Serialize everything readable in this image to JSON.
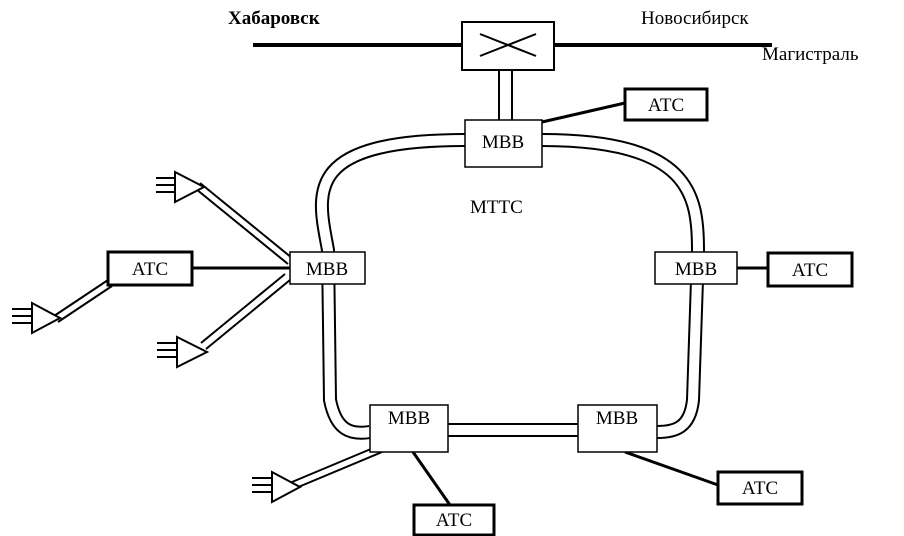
{
  "cities": {
    "left": "Хабаровск",
    "right": "Новосибирск"
  },
  "trunk_label": "Магистраль",
  "ring_label": "МТТС",
  "node_label": "МВВ",
  "exchange_label": "АТС",
  "colors": {
    "ink": "#000000",
    "background": "#ffffff"
  }
}
